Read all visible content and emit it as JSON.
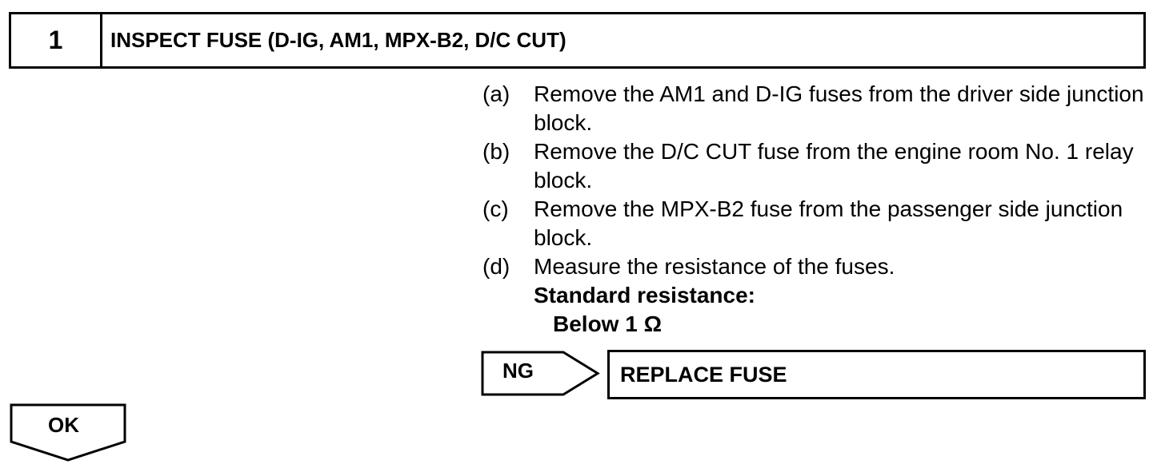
{
  "step": {
    "number": "1",
    "title": "INSPECT FUSE (D-IG, AM1, MPX-B2, D/C CUT)"
  },
  "instructions": [
    {
      "label": "(a)",
      "text": "Remove the AM1 and D-IG fuses from the driver side junction block."
    },
    {
      "label": "(b)",
      "text": "Remove the D/C CUT fuse from the engine room No. 1 relay block."
    },
    {
      "label": "(c)",
      "text": "Remove the MPX-B2 fuse from the passenger side junction block."
    },
    {
      "label": "(d)",
      "text": "Measure the resistance of the fuses."
    }
  ],
  "specification": {
    "heading": "Standard resistance:",
    "value": "Below 1 Ω"
  },
  "ng_branch": {
    "label": "NG",
    "action": "REPLACE FUSE"
  },
  "ok_branch": {
    "label": "OK"
  }
}
